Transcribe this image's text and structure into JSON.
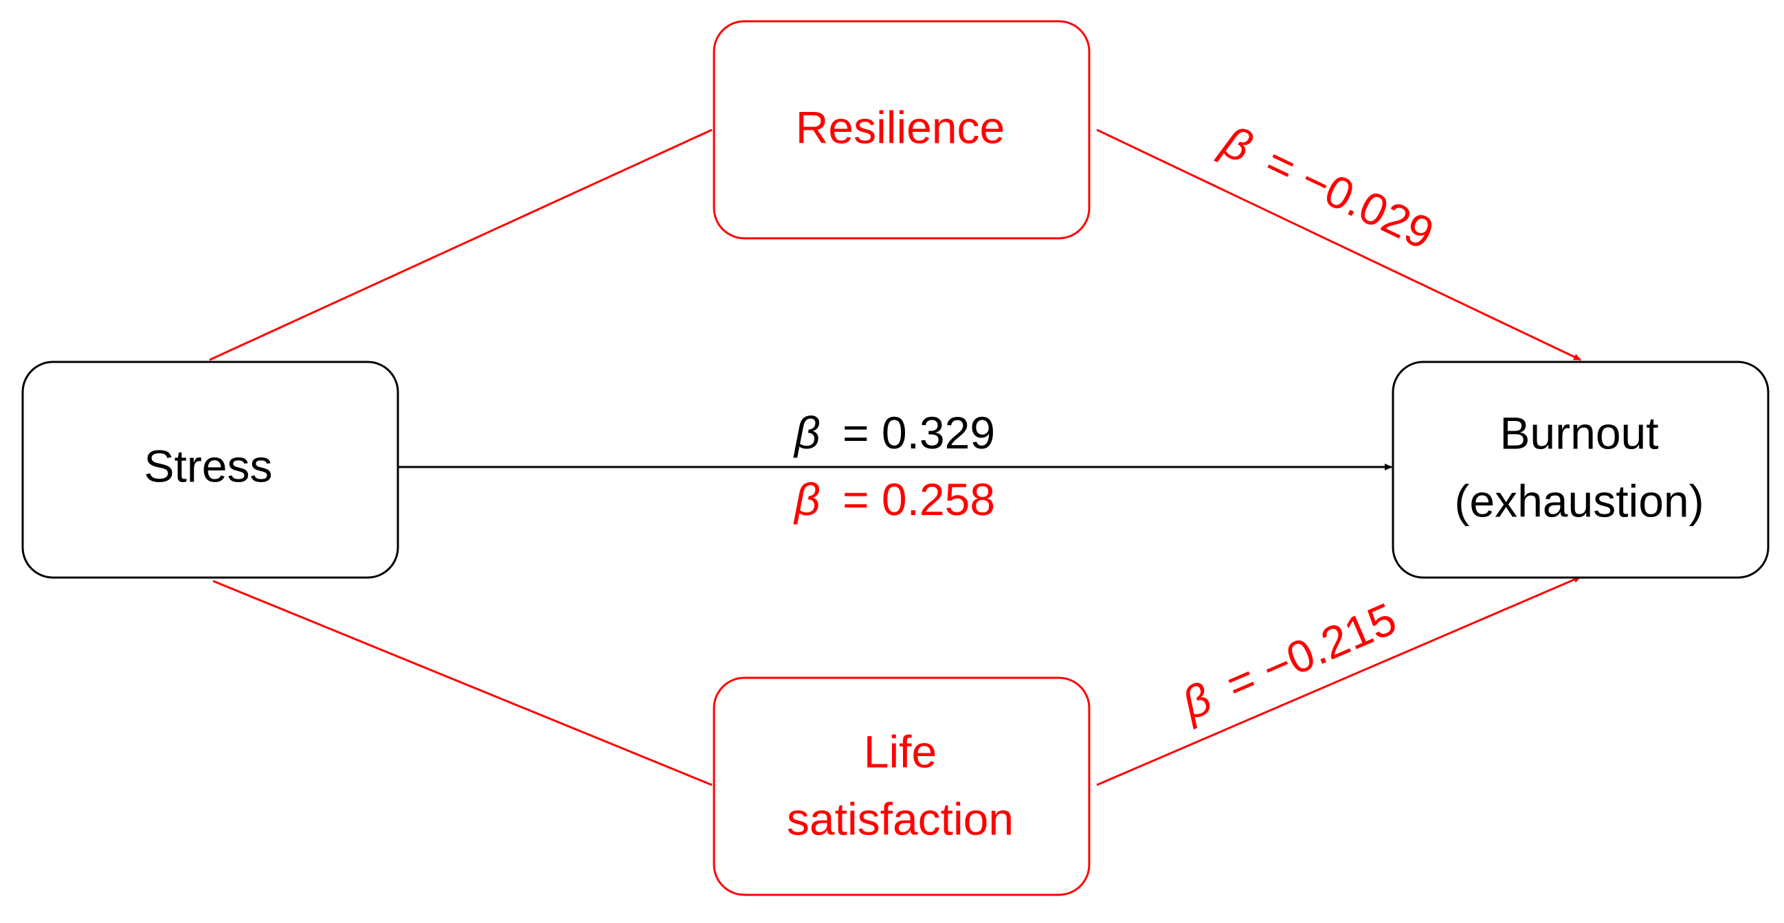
{
  "colors": {
    "mediator": "#ff0000",
    "primary": "#000000",
    "background": "#ffffff"
  },
  "nodes": {
    "stress": {
      "label": "Stress"
    },
    "burnout": {
      "line1": "Burnout",
      "line2": "(exhaustion)"
    },
    "resilience": {
      "label": "Resilience"
    },
    "life_satisfaction": {
      "line1": "Life",
      "line2": "satisfaction"
    }
  },
  "coefficients": {
    "beta_symbol": "β",
    "resilience_to_burnout": "= −0.029",
    "life_satisfaction_to_burnout": "= −0.215",
    "stress_to_burnout_total": "= 0.329",
    "stress_to_burnout_direct": "= 0.258"
  }
}
